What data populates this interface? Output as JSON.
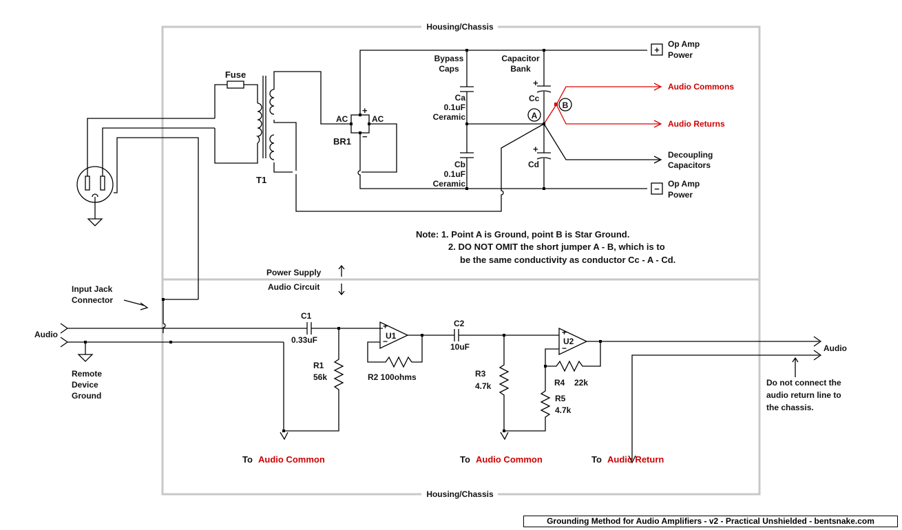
{
  "frame": {
    "housing_label": "Housing/Chassis"
  },
  "power": {
    "fuse": "Fuse",
    "transformer": "T1",
    "bridge": "BR1",
    "ac_left": "AC",
    "ac_right": "AC",
    "plus_sign": "+",
    "minus_sign": "−",
    "bypass_caps": [
      "Bypass",
      "Caps"
    ],
    "capacitor_bank": [
      "Capacitor",
      "Bank"
    ],
    "ca": [
      "Ca",
      "0.1uF",
      "Ceramic"
    ],
    "cb": [
      "Cb",
      "0.1uF",
      "Ceramic"
    ],
    "cc": "Cc",
    "cd": "Cd",
    "point_a": "A",
    "point_b": "B",
    "opamp_pos": [
      "Op Amp",
      "Power"
    ],
    "opamp_neg": [
      "Op Amp",
      "Power"
    ],
    "terminal_plus": "+",
    "terminal_minus": "−",
    "audio_commons": "Audio Commons",
    "audio_returns": "Audio Returns",
    "decoupling": [
      "Decoupling",
      "Capacitors"
    ]
  },
  "note": {
    "line1": "Note: 1. Point A is Ground, point B is Star Ground.",
    "line2": "2. DO NOT OMIT the short jumper A - B, which is to",
    "line3": "be the same conductivity as conductor Cc - A - Cd."
  },
  "divider": {
    "power_supply": "Power Supply",
    "audio_circuit": "Audio Circuit"
  },
  "audio": {
    "input_jack": [
      "Input Jack",
      "Connector"
    ],
    "audio_in": "Audio",
    "remote_ground": [
      "Remote",
      "Device",
      "Ground"
    ],
    "c1": "C1",
    "c1_val": "0.33uF",
    "r1": "R1",
    "r1_val": "56k",
    "u1": "U1",
    "r2": "R2 100ohms",
    "c2": "C2",
    "c2_val": "10uF",
    "r3": "R3",
    "r3_val": "4.7k",
    "u2": "U2",
    "r4": "R4",
    "r4_val": "22k",
    "r5": "R5",
    "r5_val": "4.7k",
    "audio_out": "Audio",
    "warning": [
      "Do not connect the",
      "audio return line to",
      "the chassis."
    ],
    "to": "To",
    "to_audio_common": "Audio Common",
    "to_audio_return": "Audio Return"
  },
  "credit": "Grounding Method for Audio Amplifiers - v2 - Practical Unshielded - bentsnake.com",
  "colors": {
    "accent_red": "#cc0000",
    "frame_gray": "#c8c8c8"
  }
}
